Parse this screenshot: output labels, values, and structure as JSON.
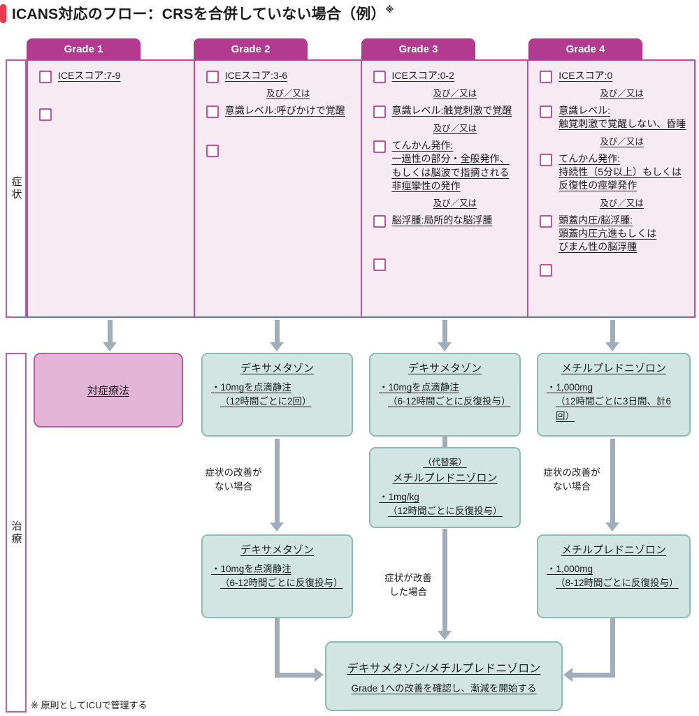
{
  "title": {
    "text": "ICANS対応のフロー：CRSを合併していない場合（例）",
    "superscript": "※"
  },
  "row_labels": {
    "symptoms": "症状",
    "treatment": "治療"
  },
  "symptoms": {
    "separator": "及び／又は",
    "grade1": {
      "header": "Grade 1",
      "item1": "ICEスコア:7-9"
    },
    "grade2": {
      "header": "Grade 2",
      "item1": "ICEスコア:3-6",
      "item2": "意識レベル:呼びかけで覚醒"
    },
    "grade3": {
      "header": "Grade 3",
      "item1": "ICEスコア:0-2",
      "item2": "意識レベル:触覚刺激で覚醒",
      "item3": "てんかん発作:\n一過性の部分・全般発作、\nもしくは脳波で指摘される\n非痙攣性の発作",
      "item4": "脳浮腫:局所的な脳浮腫"
    },
    "grade4": {
      "header": "Grade 4",
      "item1": "ICEスコア:0",
      "item2": "意識レベル:\n触覚刺激で覚醒しない、昏睡",
      "item3": "てんかん発作:\n持続性（5分以上）もしくは\n反復性の痙攣発作",
      "item4": "頭蓋内圧/脳浮腫:\n頭蓋内圧亢進もしくは\nびまん性の脳浮腫"
    }
  },
  "treatment": {
    "grade1_box": "対症療法",
    "grade2_box1": {
      "title": "デキサメタゾン",
      "line1": "・10mgを点滴静注",
      "line2": "（12時間ごとに2回）"
    },
    "grade2_label": "症状の改善が\nない場合",
    "grade2_box2": {
      "title": "デキサメタゾン",
      "line1": "・10mgを点滴静注",
      "line2": "（6-12時間ごとに反復投与）"
    },
    "grade3_box1": {
      "title": "デキサメタゾン",
      "line1": "・10mgを点滴静注",
      "line2": "（6-12時間ごとに反復投与）"
    },
    "grade3_box2": {
      "subtitle": "（代替案）",
      "title": "メチルプレドニゾロン",
      "line1": "・1mg/kg",
      "line2": "（12時間ごとに反復投与）"
    },
    "grade3_label": "症状が改善\nした場合",
    "grade4_box1": {
      "title": "メチルプレドニゾロン",
      "line1": "・1,000mg",
      "line2": "（12時間ごとに3日間、計6回）"
    },
    "grade4_label": "症状の改善が\nない場合",
    "grade4_box2": {
      "title": "メチルプレドニゾロン",
      "line1": "・1,000mg",
      "line2": "（8-12時間ごとに反復投与）"
    },
    "final_box": {
      "title": "デキサメタゾン/メチルプレドニゾロン",
      "subtitle": "Grade 1への改善を確認し、漸減を開始する"
    }
  },
  "footnote": "※ 原則としてICUで管理する",
  "colors": {
    "accent_magenta": "#b23a90",
    "grid_border": "#bb4f9e",
    "symptom_bg": "#f6ebf3",
    "pink_box_bg": "#e2b5d6",
    "teal_box_bg": "#d1e6e2",
    "teal_box_border": "#8bbbb3",
    "arrow_gray": "#a0aebb",
    "title_bar_red": "#e8394f"
  }
}
